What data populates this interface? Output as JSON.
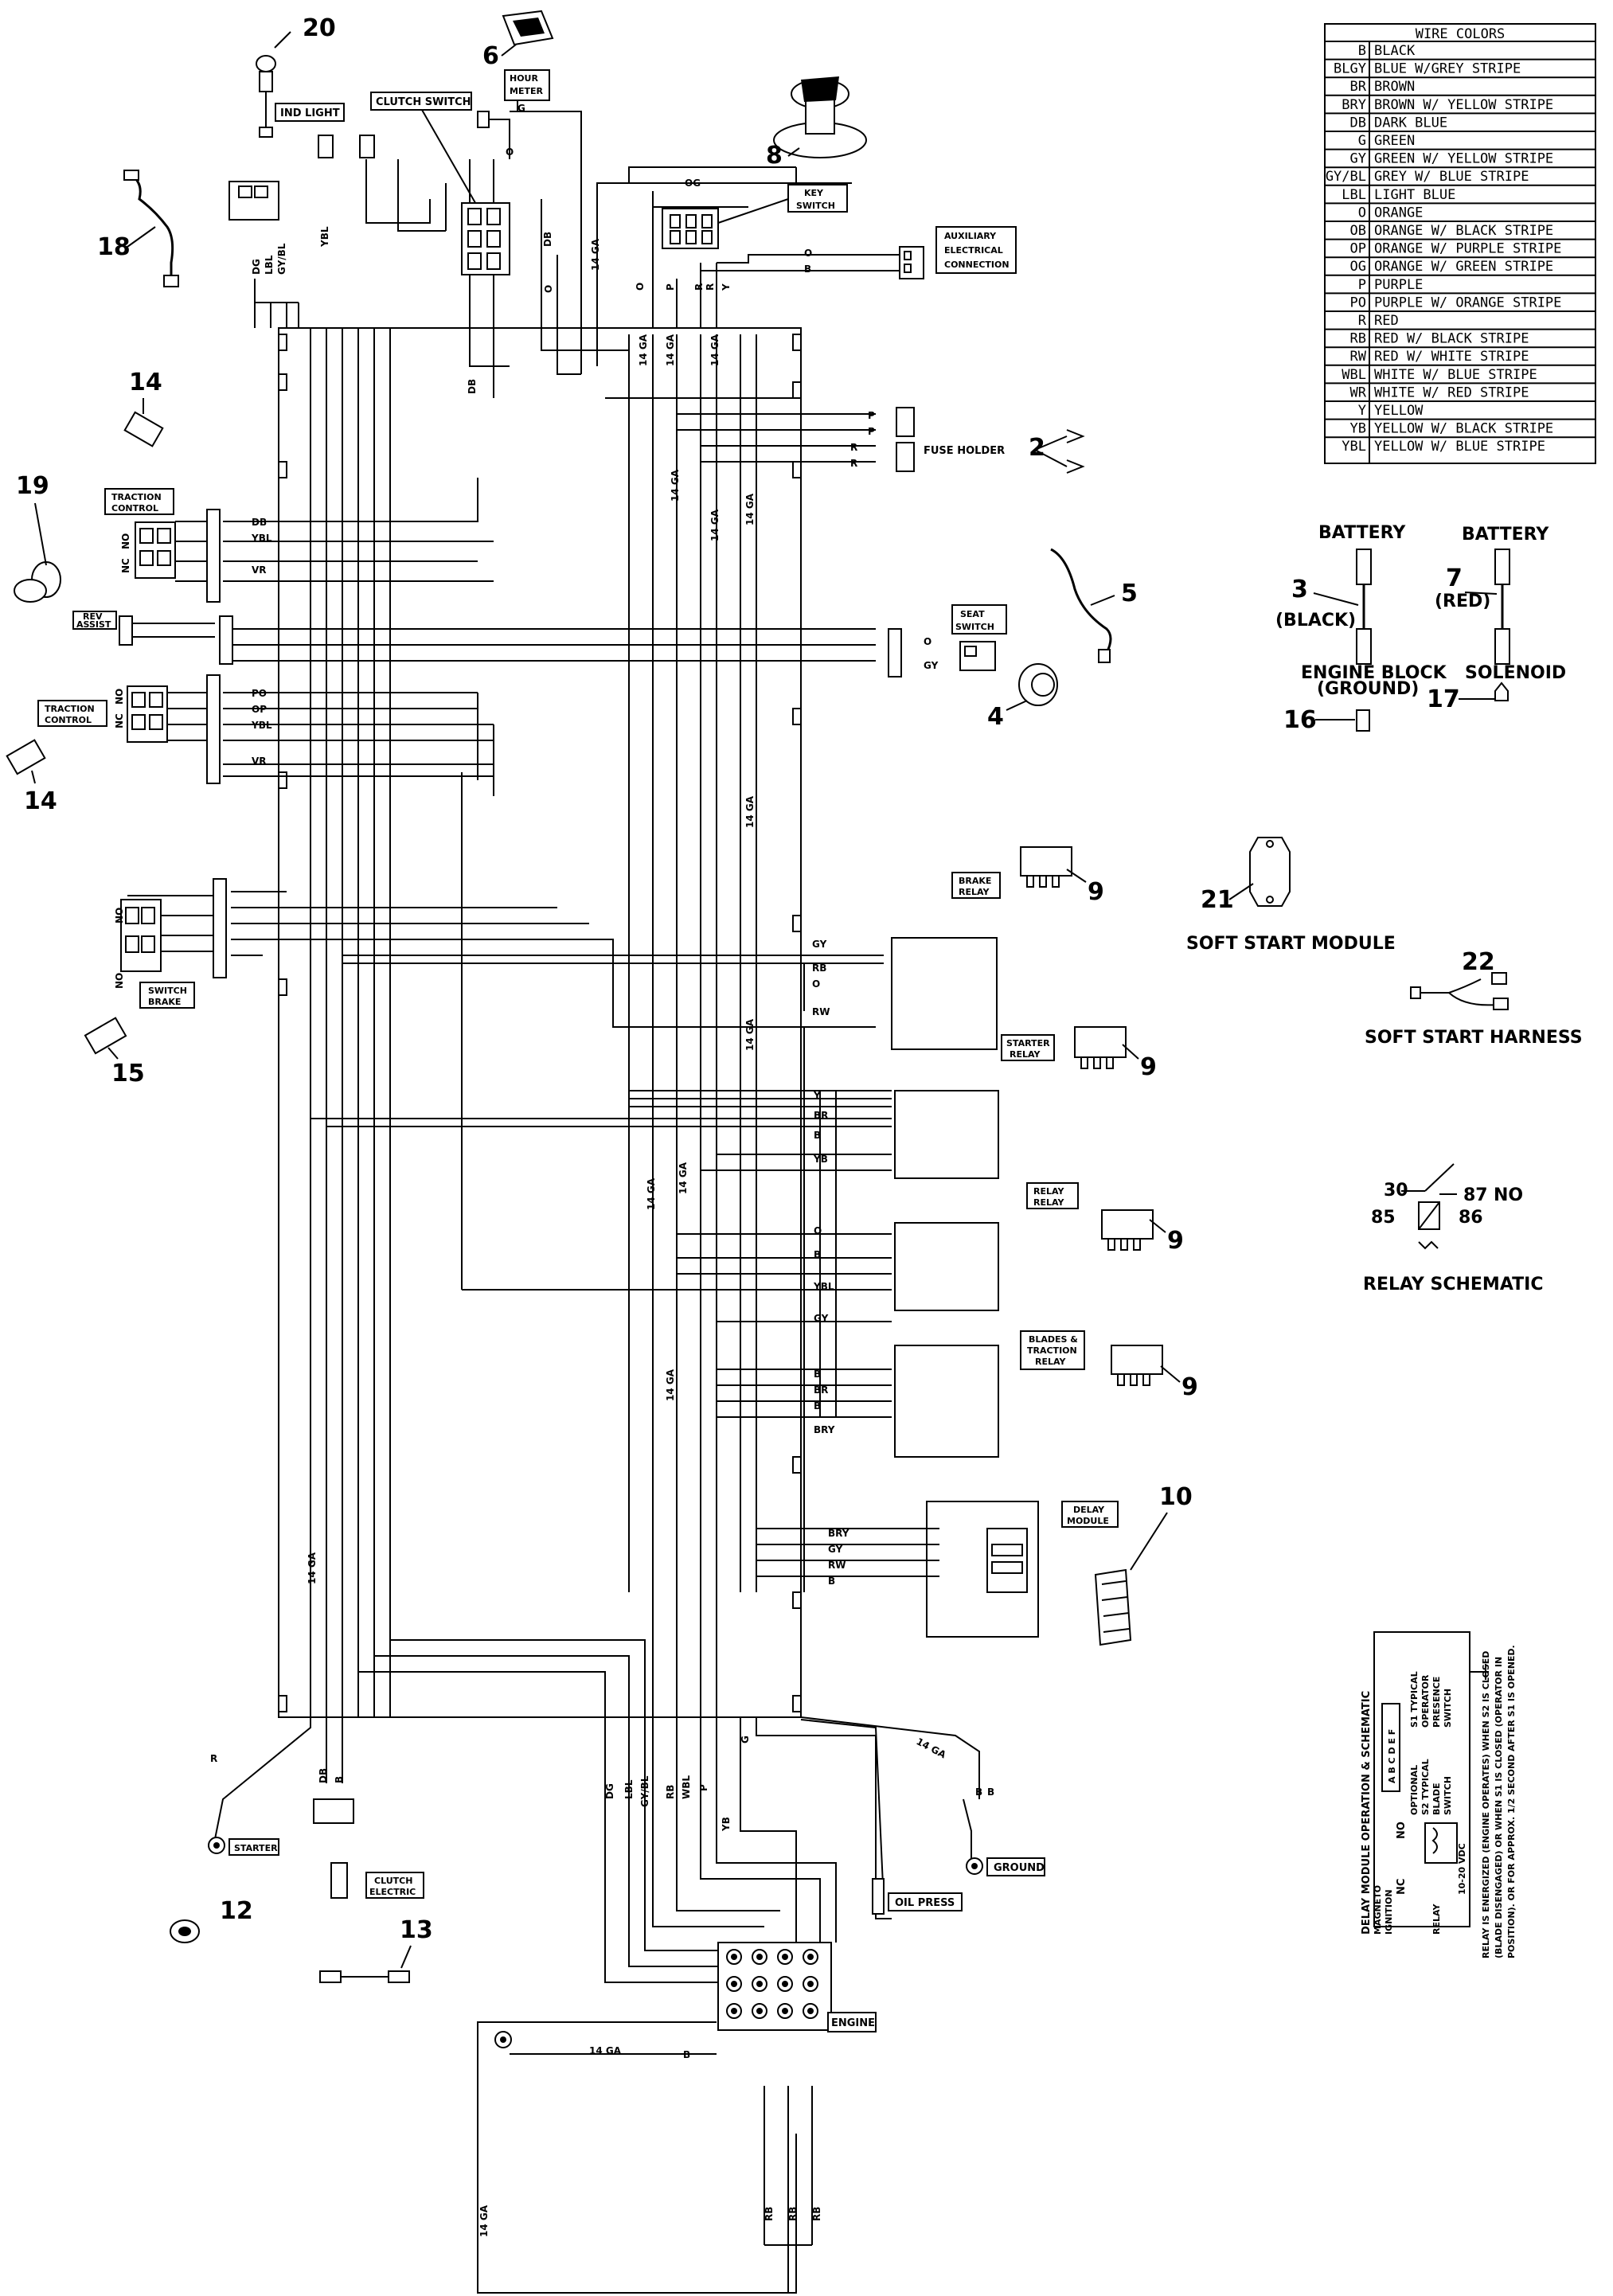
{
  "wire_colors": {
    "title": "WIRE COLORS",
    "rows": [
      {
        "code": "B",
        "desc": "BLACK"
      },
      {
        "code": "BLGY",
        "desc": "BLUE W/GREY STRIPE"
      },
      {
        "code": "BR",
        "desc": "BROWN"
      },
      {
        "code": "BRY",
        "desc": "BROWN W/ YELLOW STRIPE"
      },
      {
        "code": "DB",
        "desc": "DARK BLUE"
      },
      {
        "code": "G",
        "desc": "GREEN"
      },
      {
        "code": "GY",
        "desc": "GREEN W/ YELLOW STRIPE"
      },
      {
        "code": "GY/BL",
        "desc": "GREY W/ BLUE STRIPE"
      },
      {
        "code": "LBL",
        "desc": "LIGHT BLUE"
      },
      {
        "code": "O",
        "desc": "ORANGE"
      },
      {
        "code": "OB",
        "desc": "ORANGE W/ BLACK STRIPE"
      },
      {
        "code": "OP",
        "desc": "ORANGE W/ PURPLE STRIPE"
      },
      {
        "code": "OG",
        "desc": "ORANGE W/ GREEN STRIPE"
      },
      {
        "code": "P",
        "desc": "PURPLE"
      },
      {
        "code": "PO",
        "desc": "PURPLE W/ ORANGE STRIPE"
      },
      {
        "code": "R",
        "desc": "RED"
      },
      {
        "code": "RB",
        "desc": "RED W/ BLACK STRIPE"
      },
      {
        "code": "RW",
        "desc": "RED W/ WHITE STRIPE"
      },
      {
        "code": "WBL",
        "desc": "WHITE W/ BLUE STRIPE"
      },
      {
        "code": "WR",
        "desc": "WHITE W/ RED STRIPE"
      },
      {
        "code": "Y",
        "desc": "YELLOW"
      },
      {
        "code": "YB",
        "desc": "YELLOW W/ BLACK STRIPE"
      },
      {
        "code": "YBL",
        "desc": "YELLOW W/ BLUE STRIPE"
      }
    ]
  },
  "callouts": {
    "n20": "20",
    "n6": "6",
    "n8": "8",
    "n18": "18",
    "n14a": "14",
    "n19": "19",
    "n14b": "14",
    "n15": "15",
    "n2": "2",
    "n5": "5",
    "n4": "4",
    "n3": "3",
    "n7": "7",
    "n16": "16",
    "n17": "17",
    "n21": "21",
    "n22": "22",
    "n9a": "9",
    "n9b": "9",
    "n9c": "9",
    "n9d": "9",
    "n10": "10",
    "n12": "12",
    "n13": "13"
  },
  "labels": {
    "ind_light": "IND LIGHT",
    "clutch_switch": "CLUTCH SWITCH",
    "hour_meter": [
      "HOUR",
      "METER"
    ],
    "key_switch": [
      "KEY",
      "SWITCH"
    ],
    "aux": [
      "AUXILIARY",
      "ELECTRICAL",
      "CONNECTION"
    ],
    "fuse_holder": "FUSE HOLDER",
    "traction_control_1": [
      "TRACTION",
      "CONTROL"
    ],
    "traction_control_2": [
      "TRACTION",
      "CONTROL"
    ],
    "rev_assist": [
      "REV",
      "ASSIST"
    ],
    "seat_switch": [
      "SEAT",
      "SWITCH"
    ],
    "switch_brake": [
      "SWITCH",
      "BRAKE"
    ],
    "brake_relay": [
      "BRAKE",
      "RELAY"
    ],
    "starter_relay": [
      "STARTER",
      "RELAY"
    ],
    "relay_relay": [
      "RELAY",
      "RELAY"
    ],
    "blades_traction_relay": [
      "BLADES &",
      "TRACTION",
      "RELAY"
    ],
    "delay_module": [
      "DELAY",
      "MODULE"
    ],
    "starter": "STARTER",
    "clutch_electric": [
      "CLUTCH",
      "ELECTRIC"
    ],
    "oil_press": "OIL PRESS",
    "ground": "GROUND",
    "engine": "ENGINE",
    "battery_1": "BATTERY",
    "battery_2": "BATTERY",
    "black": "(BLACK)",
    "red": "(RED)",
    "engine_block": "ENGINE BLOCK",
    "ground_paren": "(GROUND)",
    "solenoid": "SOLENOID",
    "soft_start_module": "SOFT START MODULE",
    "soft_start_harness": "SOFT START HARNESS",
    "relay_schematic": "RELAY SCHEMATIC",
    "relay_pins": {
      "p30": "30",
      "p87": "87",
      "no": "NO",
      "p85": "85",
      "p86": "86"
    },
    "delay_schematic": {
      "title": "DELAY MODULE OPERATION & SCHEMATIC",
      "pins": "A B C D E F",
      "s1": [
        "S1 TYPICAL",
        "OPERATOR",
        "PRESENCE",
        "SWITCH"
      ],
      "s2": [
        "OPTIONAL",
        "S2 TYPICAL",
        "BLADE",
        "SWITCH"
      ],
      "vdc": "10-20 VDC",
      "no": "NO",
      "nc": "NC",
      "magneto": [
        "MAGNETO",
        "IGNITION"
      ],
      "relay": "RELAY",
      "note": [
        "RELAY IS ENERGIZED (ENGINE OPERATES) WHEN S2 IS CLOSED",
        "(BLADE DISENGAGED) OR WHEN S1 IS CLOSED (OPERATOR IN",
        "POSITION). OR FOR APPROX. 1/2 SECOND AFTER S1 IS OPENED."
      ]
    }
  },
  "wire_labels": {
    "ga14": "14 GA",
    "b": "B",
    "g": "G",
    "o": "O",
    "p": "P",
    "r": "R",
    "y": "Y",
    "db": "DB",
    "dg": "DG",
    "lbl": "LBL",
    "gybl": "GY/BL",
    "ybl": "YBL",
    "op": "OP",
    "og": "OG",
    "po": "PO",
    "vr": "VR",
    "nc": "NC",
    "no": "NO",
    "gy": "GY",
    "rb": "RB",
    "rw": "RW",
    "br": "BR",
    "bry": "BRY",
    "yb": "YB",
    "wbl": "WBL"
  }
}
